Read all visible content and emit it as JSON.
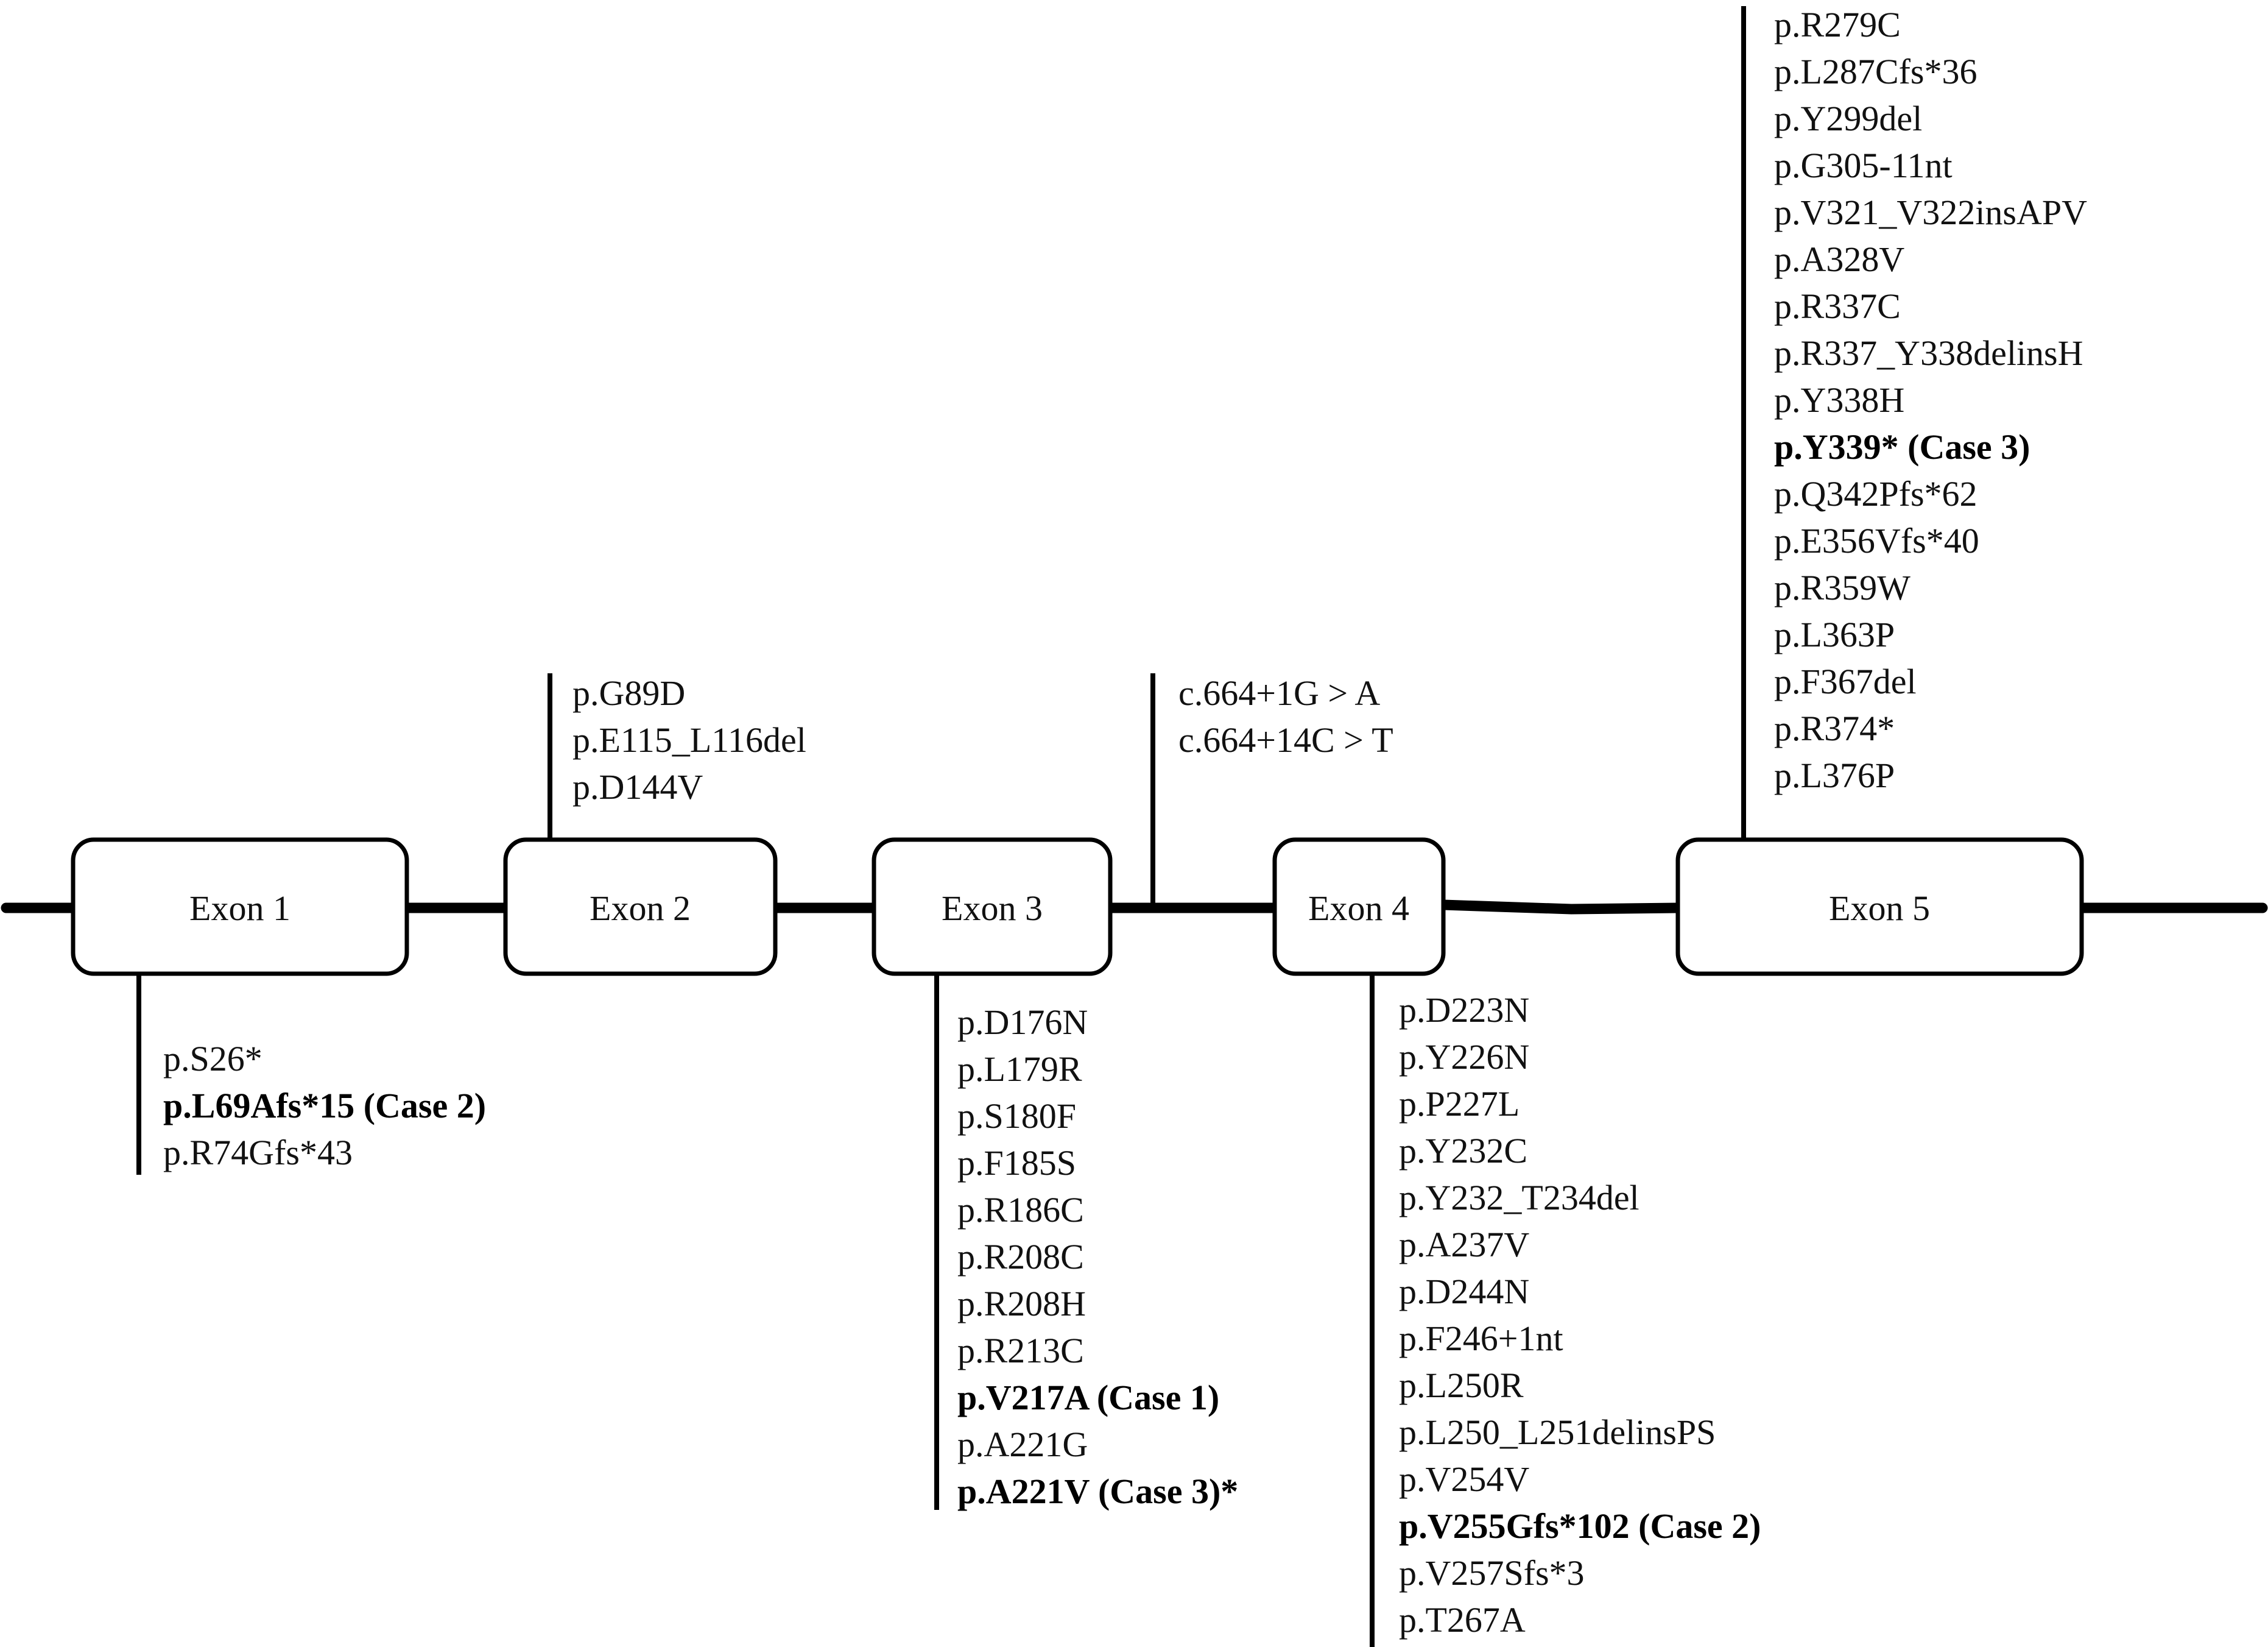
{
  "exons": [
    {
      "label": "Exon 1"
    },
    {
      "label": "Exon 2"
    },
    {
      "label": "Exon 3"
    },
    {
      "label": "Exon 4"
    },
    {
      "label": "Exon 5"
    }
  ],
  "groups": [
    {
      "id": "exon1-below",
      "items": [
        {
          "text": "p.S26*",
          "bold": false
        },
        {
          "text": "p.L69Afs*15 (Case 2)",
          "bold": true
        },
        {
          "text": "p.R74Gfs*43",
          "bold": false
        }
      ]
    },
    {
      "id": "exon2-above",
      "items": [
        {
          "text": "p.G89D",
          "bold": false
        },
        {
          "text": "p.E115_L116del",
          "bold": false
        },
        {
          "text": "p.D144V",
          "bold": false
        }
      ]
    },
    {
      "id": "exon3-below",
      "items": [
        {
          "text": "p.D176N",
          "bold": false
        },
        {
          "text": "p.L179R",
          "bold": false
        },
        {
          "text": "p.S180F",
          "bold": false
        },
        {
          "text": "p.F185S",
          "bold": false
        },
        {
          "text": "p.R186C",
          "bold": false
        },
        {
          "text": "p.R208C",
          "bold": false
        },
        {
          "text": "p.R208H",
          "bold": false
        },
        {
          "text": "p.R213C",
          "bold": false
        },
        {
          "text": "p.V217A (Case 1)",
          "bold": true
        },
        {
          "text": "p.A221G",
          "bold": false
        },
        {
          "text": "p.A221V (Case 3)*",
          "bold": true
        }
      ]
    },
    {
      "id": "intron3-above",
      "items": [
        {
          "text": "c.664+1G > A",
          "bold": false
        },
        {
          "text": "c.664+14C > T",
          "bold": false
        }
      ]
    },
    {
      "id": "exon4-below",
      "items": [
        {
          "text": "p.D223N",
          "bold": false
        },
        {
          "text": "p.Y226N",
          "bold": false
        },
        {
          "text": "p.P227L",
          "bold": false
        },
        {
          "text": "p.Y232C",
          "bold": false
        },
        {
          "text": "p.Y232_T234del",
          "bold": false
        },
        {
          "text": "p.A237V",
          "bold": false
        },
        {
          "text": "p.D244N",
          "bold": false
        },
        {
          "text": "p.F246+1nt",
          "bold": false
        },
        {
          "text": "p.L250R",
          "bold": false
        },
        {
          "text": "p.L250_L251delinsPS",
          "bold": false
        },
        {
          "text": "p.V254V",
          "bold": false
        },
        {
          "text": "p.V255Gfs*102 (Case 2)",
          "bold": true
        },
        {
          "text": "p.V257Sfs*3",
          "bold": false
        },
        {
          "text": "p.T267A",
          "bold": false
        }
      ]
    },
    {
      "id": "exon5-above",
      "items": [
        {
          "text": "p.R279C",
          "bold": false
        },
        {
          "text": "p.L287Cfs*36",
          "bold": false
        },
        {
          "text": "p.Y299del",
          "bold": false
        },
        {
          "text": "p.G305-11nt",
          "bold": false
        },
        {
          "text": "p.V321_V322insAPV",
          "bold": false
        },
        {
          "text": "p.A328V",
          "bold": false
        },
        {
          "text": "p.R337C",
          "bold": false
        },
        {
          "text": "p.R337_Y338delinsH",
          "bold": false
        },
        {
          "text": "p.Y338H",
          "bold": false
        },
        {
          "text": "p.Y339* (Case 3)",
          "bold": true
        },
        {
          "text": "p.Q342Pfs*62",
          "bold": false
        },
        {
          "text": "p.E356Vfs*40",
          "bold": false
        },
        {
          "text": "p.R359W",
          "bold": false
        },
        {
          "text": "p.L363P",
          "bold": false
        },
        {
          "text": "p.F367del",
          "bold": false
        },
        {
          "text": "p.R374*",
          "bold": false
        },
        {
          "text": "p.L376P",
          "bold": false
        }
      ]
    }
  ]
}
